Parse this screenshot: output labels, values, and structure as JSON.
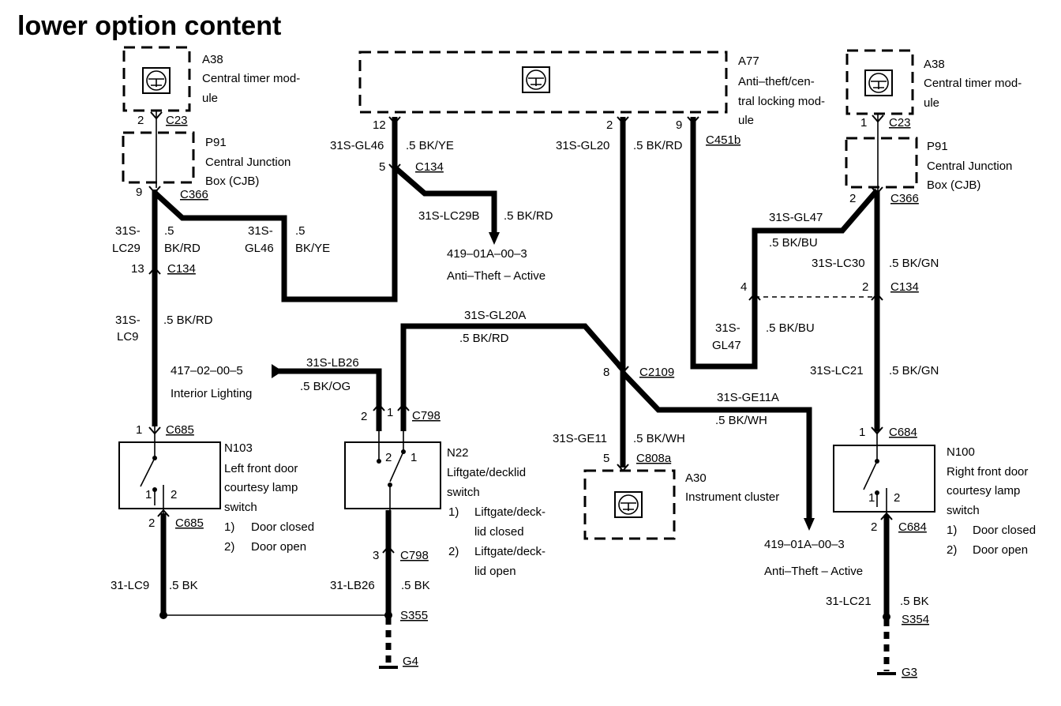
{
  "title": "lower option content",
  "components": {
    "a38_left": {
      "id": "A38",
      "name_l1": "Central timer mod-",
      "name_l2": "ule"
    },
    "a77": {
      "id": "A77",
      "name_l1": "Anti–theft/cen-",
      "name_l2": "tral locking mod-",
      "name_l3": "ule"
    },
    "a38_right": {
      "id": "A38",
      "name_l1": "Central timer mod-",
      "name_l2": "ule"
    },
    "p91_left": {
      "id": "P91",
      "name_l1": "Central Junction",
      "name_l2": "Box (CJB)"
    },
    "p91_right": {
      "id": "P91",
      "name_l1": "Central Junction",
      "name_l2": "Box (CJB)"
    },
    "n103": {
      "id": "N103",
      "l1": "Left front door",
      "l2": "courtesy lamp",
      "l3": "switch",
      "s1n": "1)",
      "s1": "Door closed",
      "s2n": "2)",
      "s2": "Door open"
    },
    "n22": {
      "id": "N22",
      "l1": "Liftgate/decklid",
      "l2": "switch",
      "s1n": "1)",
      "s1a": "Liftgate/deck-",
      "s1b": "lid closed",
      "s2n": "2)",
      "s2a": "Liftgate/deck-",
      "s2b": "lid open"
    },
    "a30": {
      "id": "A30",
      "l1": "Instrument cluster"
    },
    "n100": {
      "id": "N100",
      "l1": "Right front door",
      "l2": "courtesy lamp",
      "l3": "switch",
      "s1n": "1)",
      "s1": "Door closed",
      "s2n": "2)",
      "s2": "Door open"
    }
  },
  "connectors": {
    "c23_l": "C23",
    "c366_l": "C366",
    "c134_l": "C134",
    "c685_top": "C685",
    "c685_bot": "C685",
    "c134_mid": "C134",
    "c798_top": "C798",
    "c798_bot": "C798",
    "c451b": "C451b",
    "c2109": "C2109",
    "c808a": "C808a",
    "c23_r": "C23",
    "c366_r": "C366",
    "c134_r": "C134",
    "c684_top": "C684",
    "c684_bot": "C684",
    "s355": "S355",
    "s354": "S354",
    "g4": "G4",
    "g3": "G3"
  },
  "pins": {
    "p2_c23l": "2",
    "p9_c366l": "9",
    "p13_c134l": "13",
    "p1_c685": "1",
    "p1_n103": "1",
    "p2_n103": "2",
    "p2_c685": "2",
    "p12_a77": "12",
    "p5_c134": "5",
    "p2_a77": "2",
    "p9_a77": "9",
    "p8_c2109": "8",
    "p5_c808a": "5",
    "p2_c798": "2",
    "p1_c798": "1",
    "p2_n22": "2",
    "p1_n22": "1",
    "p3_c798": "3",
    "p1_c23r": "1",
    "p2_c366r": "2",
    "p4_c134r": "4",
    "p2_c134r": "2",
    "p1_c684": "1",
    "p1_n100": "1",
    "p2_n100": "2",
    "p2_c684": "2"
  },
  "wires": {
    "lc29_a": "31S-",
    "lc29_b": "LC29",
    "lc29_c1": ".5",
    "lc29_c2": "BK/RD",
    "gl46v_a": "31S-",
    "gl46v_b": "GL46",
    "gl46v_c1": ".5",
    "gl46v_c2": "BK/YE",
    "gl46_top": "31S-GL46",
    "gl46_top_c": ".5 BK/YE",
    "lc29b": "31S-LC29B",
    "lc29b_c": ".5 BK/RD",
    "ref_antitheft_1": "419–01A–00–3",
    "antitheft_1": "Anti–Theft – Active",
    "lc9_a": "31S-",
    "lc9_b": "LC9",
    "lc9_c": ".5 BK/RD",
    "gl20": "31S-GL20",
    "gl20_c": ".5 BK/RD",
    "gl20a": "31S-GL20A",
    "gl20a_c": ".5 BK/RD",
    "ref_interior": "417–02–00–5",
    "interior": "Interior Lighting",
    "lb26": "31S-LB26",
    "lb26_c": ".5 BK/OG",
    "ge11": "31S-GE11",
    "ge11_c": ".5 BK/WH",
    "ge11a": "31S-GE11A",
    "ge11a_c": ".5 BK/WH",
    "ref_antitheft_2": "419–01A–00–3",
    "antitheft_2": "Anti–Theft – Active",
    "gl47_top": "31S-GL47",
    "gl47_top_c": ".5 BK/BU",
    "lc30": "31S-LC30",
    "lc30_c": ".5 BK/GN",
    "gl47v_a": "31S-",
    "gl47v_b": "GL47",
    "gl47v_c": ".5 BK/BU",
    "lc21_top": "31S-LC21",
    "lc21_top_c": ".5 BK/GN",
    "lc9_gnd": "31-LC9",
    "lc9_gnd_c": ".5 BK",
    "lb26_gnd": "31-LB26",
    "lb26_gnd_c": ".5 BK",
    "lc21_gnd": "31-LC21",
    "lc21_gnd_c": ".5 BK"
  }
}
